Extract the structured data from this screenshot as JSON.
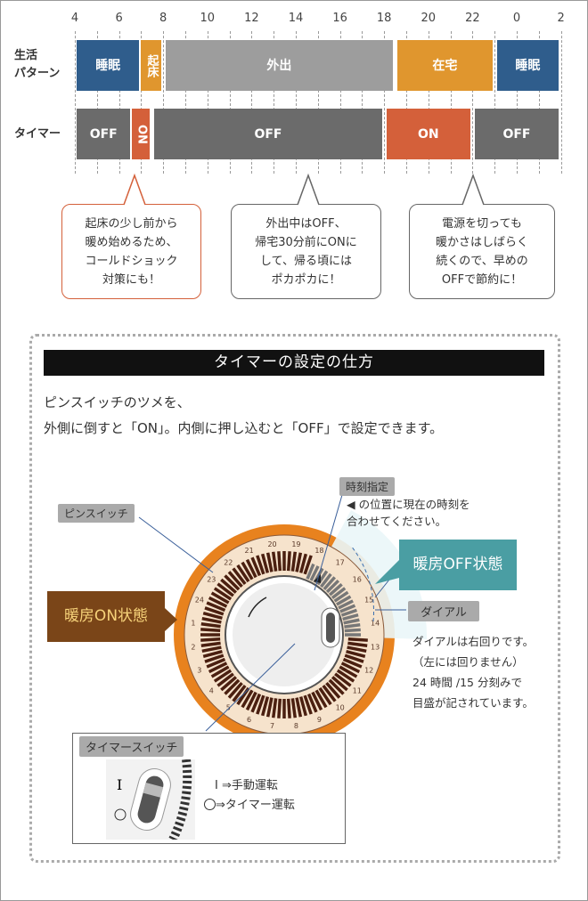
{
  "schedule": {
    "hour_ticks": [
      "4",
      "6",
      "8",
      "10",
      "12",
      "14",
      "16",
      "18",
      "20",
      "22",
      "0",
      "2"
    ],
    "rows": [
      {
        "label": "生活\nパターン",
        "segments": [
          {
            "label": "睡眠",
            "start": 4.1,
            "end": 6.9,
            "color": "#2f5d8c"
          },
          {
            "label": "起床",
            "start": 7.0,
            "end": 7.9,
            "color": "#e0962e",
            "vertical": true
          },
          {
            "label": "外出",
            "start": 8.1,
            "end": 18.4,
            "color": "#9d9d9d"
          },
          {
            "label": "在宅",
            "start": 18.6,
            "end": 22.9,
            "color": "#e0962e"
          },
          {
            "label": "睡眠",
            "start": 23.1,
            "end": 25.9,
            "color": "#2f5d8c"
          }
        ]
      },
      {
        "label": "タイマー",
        "segments": [
          {
            "label": "OFF",
            "start": 4.1,
            "end": 6.5,
            "color": "#6b6b6b"
          },
          {
            "label": "ON",
            "start": 6.6,
            "end": 7.4,
            "color": "#d4603a",
            "vertical": true
          },
          {
            "label": "OFF",
            "start": 7.6,
            "end": 17.9,
            "color": "#6b6b6b"
          },
          {
            "label": "ON",
            "start": 18.1,
            "end": 21.9,
            "color": "#d4603a"
          },
          {
            "label": "OFF",
            "start": 22.1,
            "end": 25.9,
            "color": "#6b6b6b"
          }
        ]
      }
    ],
    "callouts": [
      "起床の少し前から\n暖め始めるため、\nコールドショック\n対策にも！",
      "外出中はOFF、\n帰宅30分前にONに\nして、帰る頃には\nポカポカに！",
      "電源を切っても\n暖かさはしばらく\n続くので、早めの\nOFFで節約に！"
    ]
  },
  "howto": {
    "title": "タイマーの設定の仕方",
    "intro_1": "ピンスイッチのツメを、",
    "intro_2": "外側に倒すと「ON」。内側に押し込むと「OFF」で設定できます。",
    "pin_switch_tag": "ピンスイッチ",
    "time_set_tag": "時刻指定",
    "time_set_text_1": "の位置に現在の時刻を",
    "time_set_text_2": "合わせてください。",
    "heat_off": "暖房OFF状態",
    "heat_on": "暖房ON状態",
    "dial_tag": "ダイアル",
    "dial_text": [
      "ダイアルは右回りです。",
      "（左には回りません）",
      "24 時間 /15 分刻みで",
      "目盛が記されています。"
    ],
    "timer_switch_tag": "タイマースイッチ",
    "manual": "I ⇒手動運転",
    "timer": "⇒タイマー運転",
    "dial_numbers": [
      "1",
      "2",
      "3",
      "4",
      "5",
      "6",
      "7",
      "8",
      "9",
      "10",
      "11",
      "12",
      "13",
      "14",
      "15",
      "16",
      "17",
      "18",
      "19",
      "20",
      "21",
      "22",
      "23",
      "24"
    ]
  },
  "colors": {
    "dial_orange": "#e8821e",
    "off_teal": "#4a9ea3",
    "on_brown": "#7a4518"
  }
}
